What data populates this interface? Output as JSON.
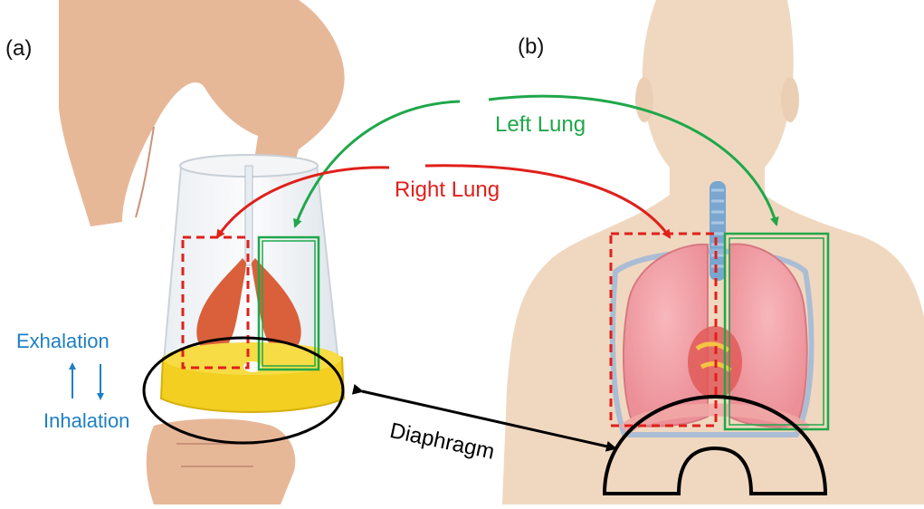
{
  "panel_a": {
    "label": "(a)"
  },
  "panel_b": {
    "label": "(b)"
  },
  "labels": {
    "left_lung": "Left Lung",
    "right_lung": "Right Lung",
    "exhalation": "Exhalation",
    "inhalation": "Inhalation",
    "diaphragm": "Diaphragm"
  },
  "colors": {
    "left_lung": "#1fa74a",
    "right_lung": "#e0201b",
    "breathing": "#1f7fc4",
    "diaphragm": "#000000",
    "lung_fill": "#f2a0a6",
    "skin": "#f0d8c0"
  }
}
